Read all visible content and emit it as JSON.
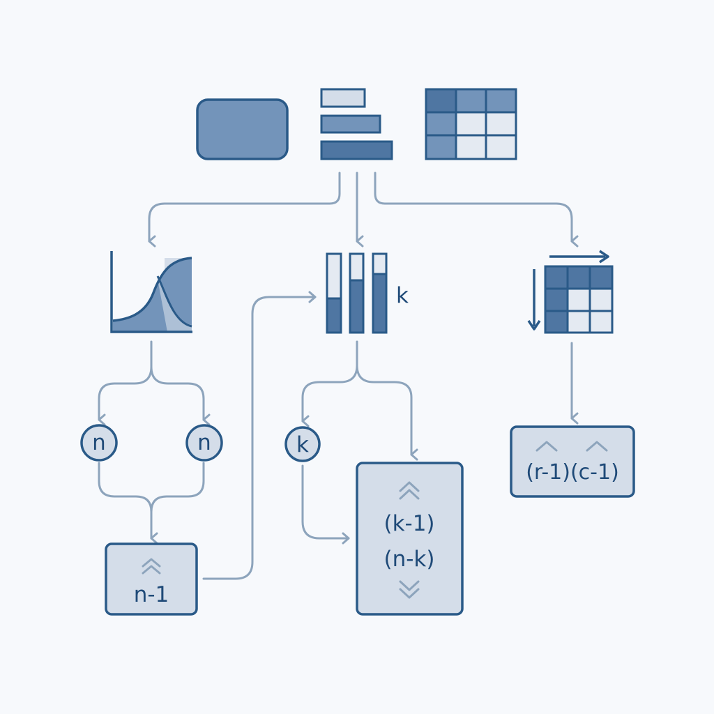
{
  "colors": {
    "background": "#f7f9fc",
    "stroke_dark": "#2a5a88",
    "fill_mid": "#7394ba",
    "fill_dark": "#4f76a2",
    "fill_light": "#d4dde9",
    "fill_pale": "#e4eaf2",
    "connector": "#8da4bc"
  },
  "icons": {
    "rectangle": "rounded-rectangle-icon",
    "bars": "stacked-bars-icon",
    "grid": "grid-table-icon",
    "curve": "sigmoid-curve-icon",
    "columns": "vertical-columns-icon",
    "transpose": "grid-with-axes-icon",
    "caret_up": "double-caret-up-icon",
    "caret_down": "double-caret-down-icon"
  },
  "labels": {
    "columns_k": "k",
    "node_n_left": "n",
    "node_n_right": "n",
    "node_k": "k",
    "box_left": "n-1",
    "box_middle_line1": "(k-1)",
    "box_middle_line2": "(n-k)",
    "box_right": "(r-1)(c-1)"
  }
}
